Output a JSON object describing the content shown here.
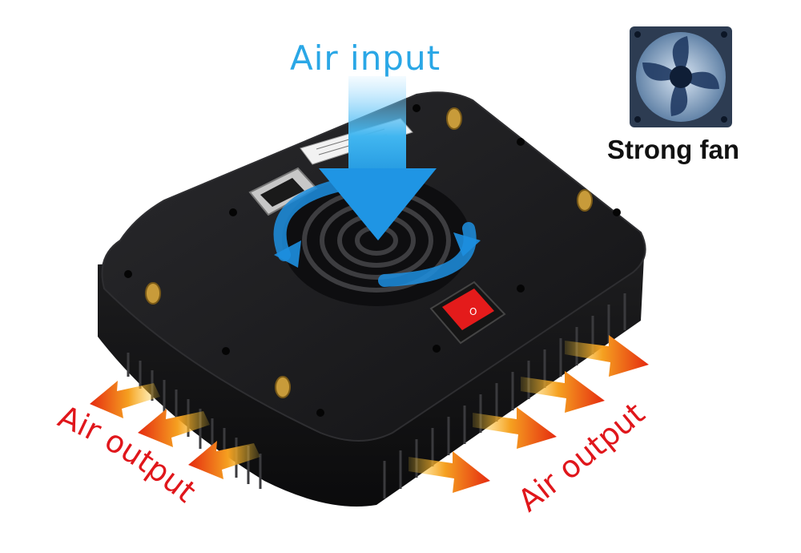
{
  "labels": {
    "air_input": "Air input",
    "strong_fan": "Strong fan",
    "air_output_left": "Air output",
    "air_output_right": "Air output"
  },
  "device": {
    "switch_symbol": "O"
  },
  "colors": {
    "air_input": "#2aa7e6",
    "air_output": "#e0161b",
    "housing": "#1b1b1d",
    "switch": "#e41b1b",
    "arrow_hot": "#f08a1c"
  }
}
